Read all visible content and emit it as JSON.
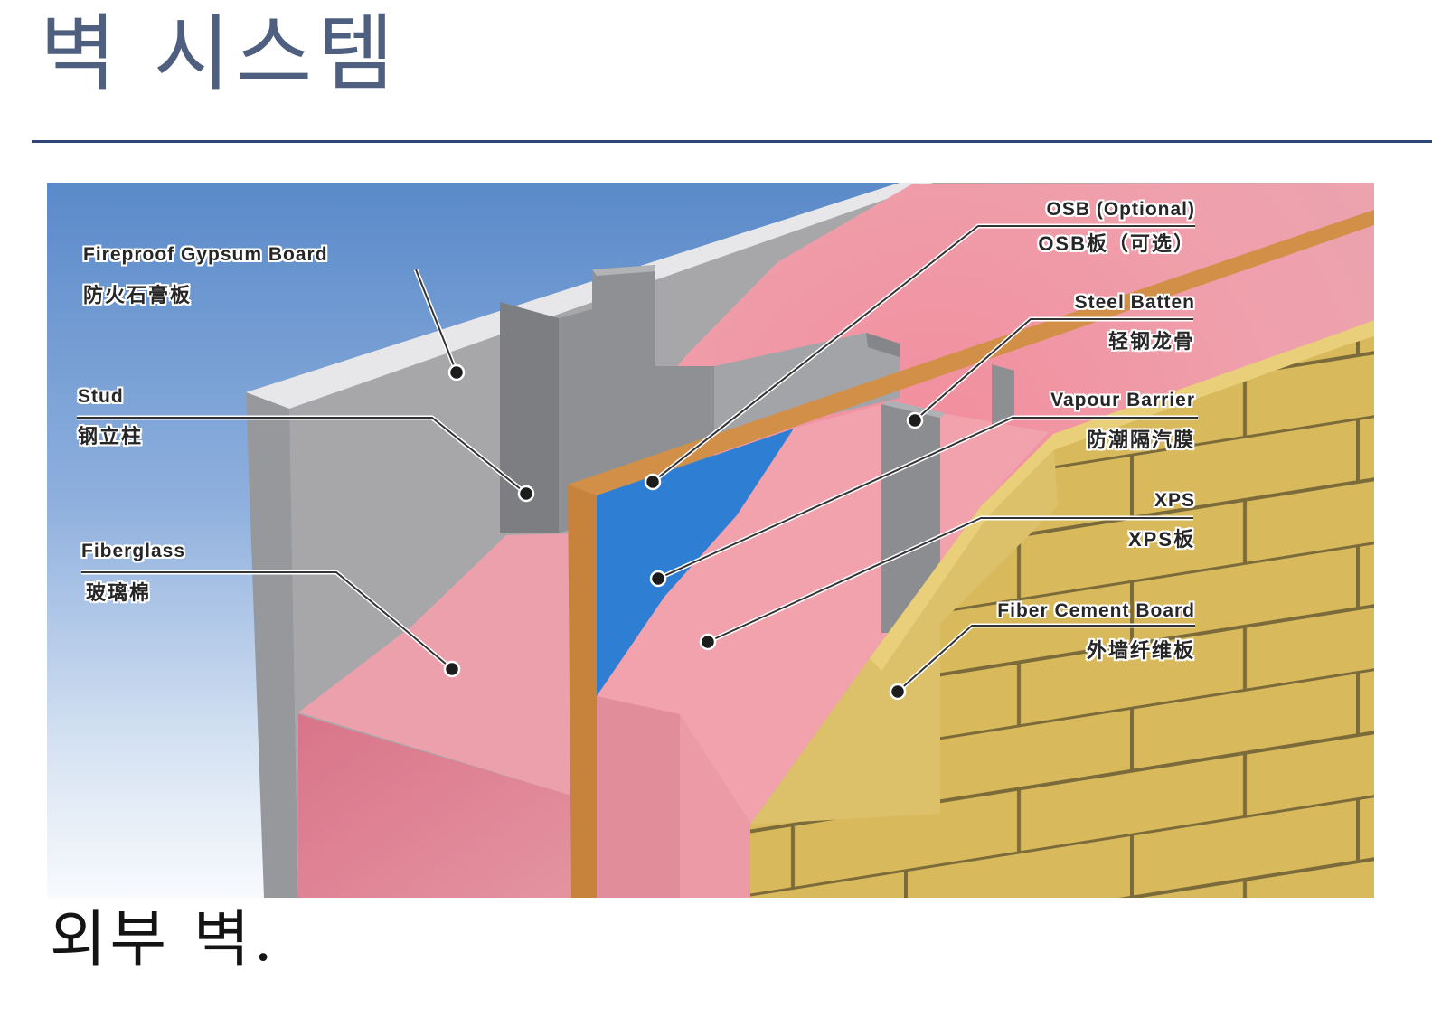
{
  "title": "벽 시스템",
  "caption": "외부 벽.",
  "labels": {
    "gypsum": {
      "en": "Fireproof Gypsum Board",
      "zh": "防火石膏板"
    },
    "stud": {
      "en": "Stud",
      "zh": "钢立柱"
    },
    "fiberglass": {
      "en": "Fiberglass",
      "zh": "玻璃棉"
    },
    "osb": {
      "en": "OSB (Optional)",
      "zh": "OSB板（可选）"
    },
    "steel_batten": {
      "en": "Steel Batten",
      "zh": "轻钢龙骨"
    },
    "vapour_barrier": {
      "en": "Vapour Barrier",
      "zh": "防潮隔汽膜"
    },
    "xps": {
      "en": "XPS",
      "zh": "XPS板"
    },
    "fiber_cement": {
      "en": "Fiber Cement Board",
      "zh": "外墙纤维板"
    }
  },
  "colors": {
    "title": "#4f5f80",
    "rule": "#2f4775",
    "label": "#262626"
  }
}
